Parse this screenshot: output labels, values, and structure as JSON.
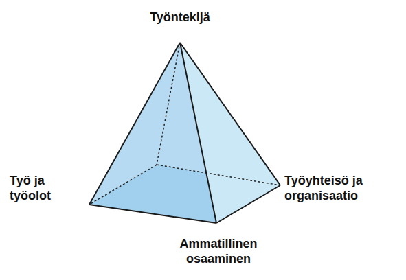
{
  "diagram": {
    "labels": [
      "Työntekijä",
      "Työ ja työolot",
      "Ammatillinen osaaminen",
      "Työyhteisö ja organisaatio"
    ]
  }
}
